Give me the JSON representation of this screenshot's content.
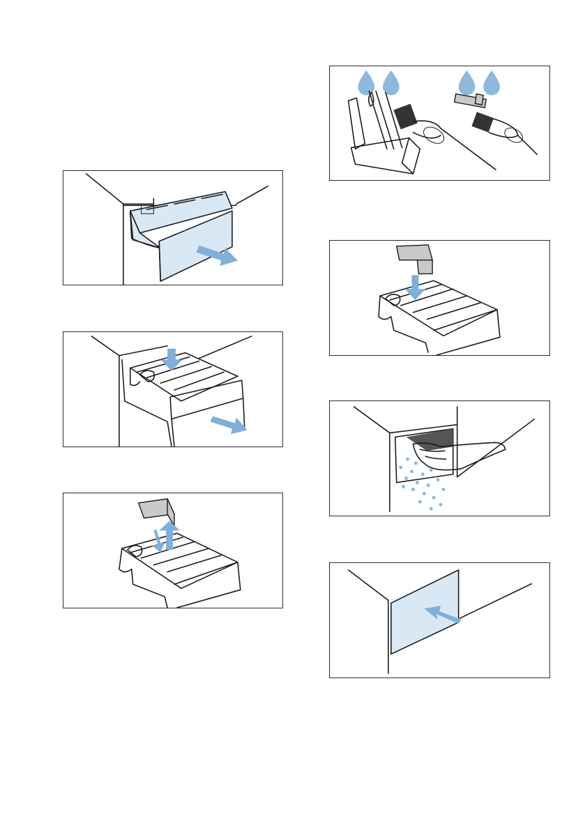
{
  "figures": [
    {
      "id": "fig-1",
      "icon": "pull-out-dispenser-drawer"
    },
    {
      "id": "fig-2",
      "icon": "press-release-and-remove-drawer"
    },
    {
      "id": "fig-3",
      "icon": "lift-out-insert"
    },
    {
      "id": "fig-4",
      "icon": "clean-drawer-and-insert-with-brush"
    },
    {
      "id": "fig-5",
      "icon": "reinsert-insert"
    },
    {
      "id": "fig-6",
      "icon": "clean-dispenser-housing"
    },
    {
      "id": "fig-7",
      "icon": "push-drawer-back-in"
    }
  ],
  "colors": {
    "border": "#2b2b2b",
    "line": "#1a1a1a",
    "accent_arrow": "#7fb0dc",
    "water_drop": "#8db9de",
    "drawer_fill": "#d9e8f5"
  }
}
